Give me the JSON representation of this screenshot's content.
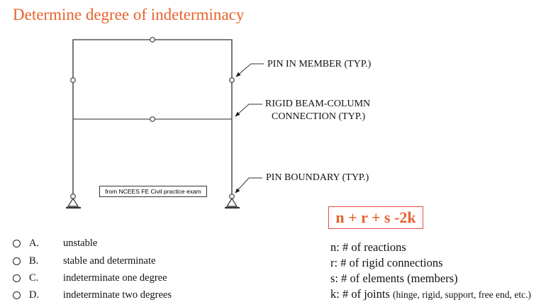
{
  "title": "Determine degree of indeterminacy",
  "diagram": {
    "labels": {
      "pin_in_member": "PIN IN MEMBER (TYP.)",
      "rigid_1": "RIGID BEAM-COLUMN",
      "rigid_2": "CONNECTION (TYP.)",
      "pin_boundary": "PIN BOUNDARY (TYP.)"
    },
    "source": "from NCEES FE Civil practice exam"
  },
  "formula": "n + r + s -2k",
  "legend": [
    {
      "text": "n: # of reactions"
    },
    {
      "text": "r: # of rigid connections"
    },
    {
      "text": "s: # of elements (members)"
    },
    {
      "text": "k: # of joints ",
      "small": "(hinge, rigid, support, free end, etc.)"
    }
  ],
  "options": [
    {
      "letter": "A.",
      "text": "unstable"
    },
    {
      "letter": "B.",
      "text": "stable and determinate"
    },
    {
      "letter": "C.",
      "text": "indeterminate one degree"
    },
    {
      "letter": "D.",
      "text": "indeterminate two degrees"
    }
  ],
  "colors": {
    "accent": "#e8622c",
    "box_border": "#e84a4a"
  }
}
